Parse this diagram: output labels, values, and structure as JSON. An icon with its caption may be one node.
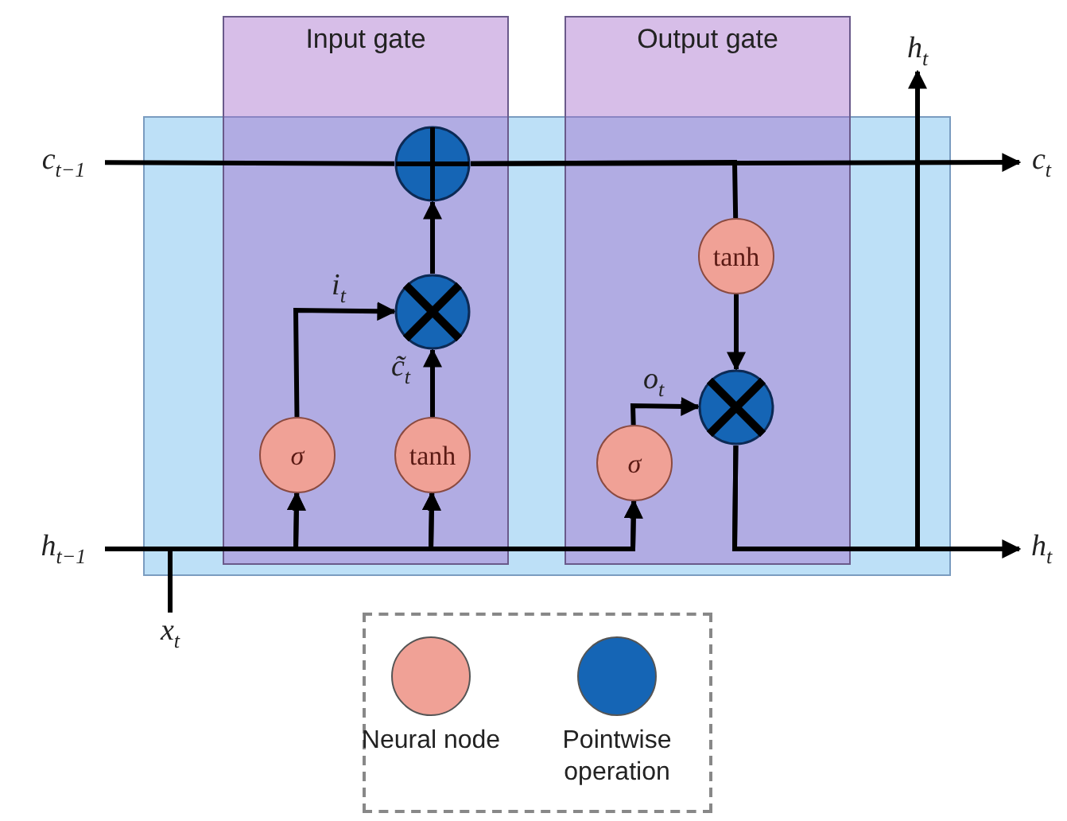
{
  "diagram": {
    "nodes": [
      {
        "text": [
          "Input gate"
        ]
      },
      {
        "text": [
          "Output gate"
        ]
      },
      {
        "text": [
          "c$_{t−1}$"
        ]
      },
      {
        "text": [],
        "shape": "circle",
        "in": 0
      },
      {
        "text": [],
        "shape": "circle",
        "in": 0
      },
      {
        "text": [
          "σ"
        ],
        "in": 0
      },
      {
        "text": [
          "tanh"
        ],
        "in": 0
      },
      {
        "text": [
          "tanh"
        ],
        "in": 1
      },
      {
        "text": [],
        "shape": "circle",
        "in": 1
      },
      {
        "text": [
          "σ"
        ],
        "in": 1
      },
      {
        "text": [
          "c$_{t}$"
        ]
      },
      {
        "text": [
          "h$_{t−1}$"
        ]
      },
      {
        "text": [
          "h$_{t}$"
        ]
      },
      {
        "text": [
          "h$_{t}$"
        ]
      },
      {
        "text": [
          "x$_{t}$"
        ]
      }
    ],
    "edges": [
      {
        "from": 2,
        "to": 3,
        "arrow": "none"
      },
      {
        "from": 3,
        "to": 10,
        "arrow": "to"
      },
      {
        "from": 3,
        "to": 7,
        "arrow": "none"
      },
      {
        "from": 4,
        "to": 3,
        "arrow": "to"
      },
      {
        "from": 5,
        "to": 4,
        "arrow": "to",
        "label": "i$_{t}$"
      },
      {
        "from": 6,
        "to": 4,
        "arrow": "to",
        "label": "c̃$_{t}$"
      },
      {
        "from": 7,
        "to": 8,
        "arrow": "to"
      },
      {
        "from": 9,
        "to": 8,
        "arrow": "to",
        "label": "o$_{t}$"
      },
      {
        "from": 11,
        "to": 5,
        "arrow": "to"
      },
      {
        "from": 11,
        "to": 6,
        "arrow": "to"
      },
      {
        "from": 11,
        "to": 9,
        "arrow": "to"
      },
      {
        "from": 14,
        "to": 5,
        "arrow": "to"
      },
      {
        "from": 14,
        "to": 6,
        "arrow": "to"
      },
      {
        "from": 14,
        "to": 9,
        "arrow": "to"
      },
      {
        "from": 8,
        "to": 12,
        "arrow": "to"
      },
      {
        "from": 8,
        "to": 13,
        "arrow": "to"
      }
    ],
    "legend": [
      {
        "text": "Neural node",
        "color": "#f0a196"
      },
      {
        "text": "Pointwise operation",
        "color": "#1565b5"
      }
    ]
  }
}
